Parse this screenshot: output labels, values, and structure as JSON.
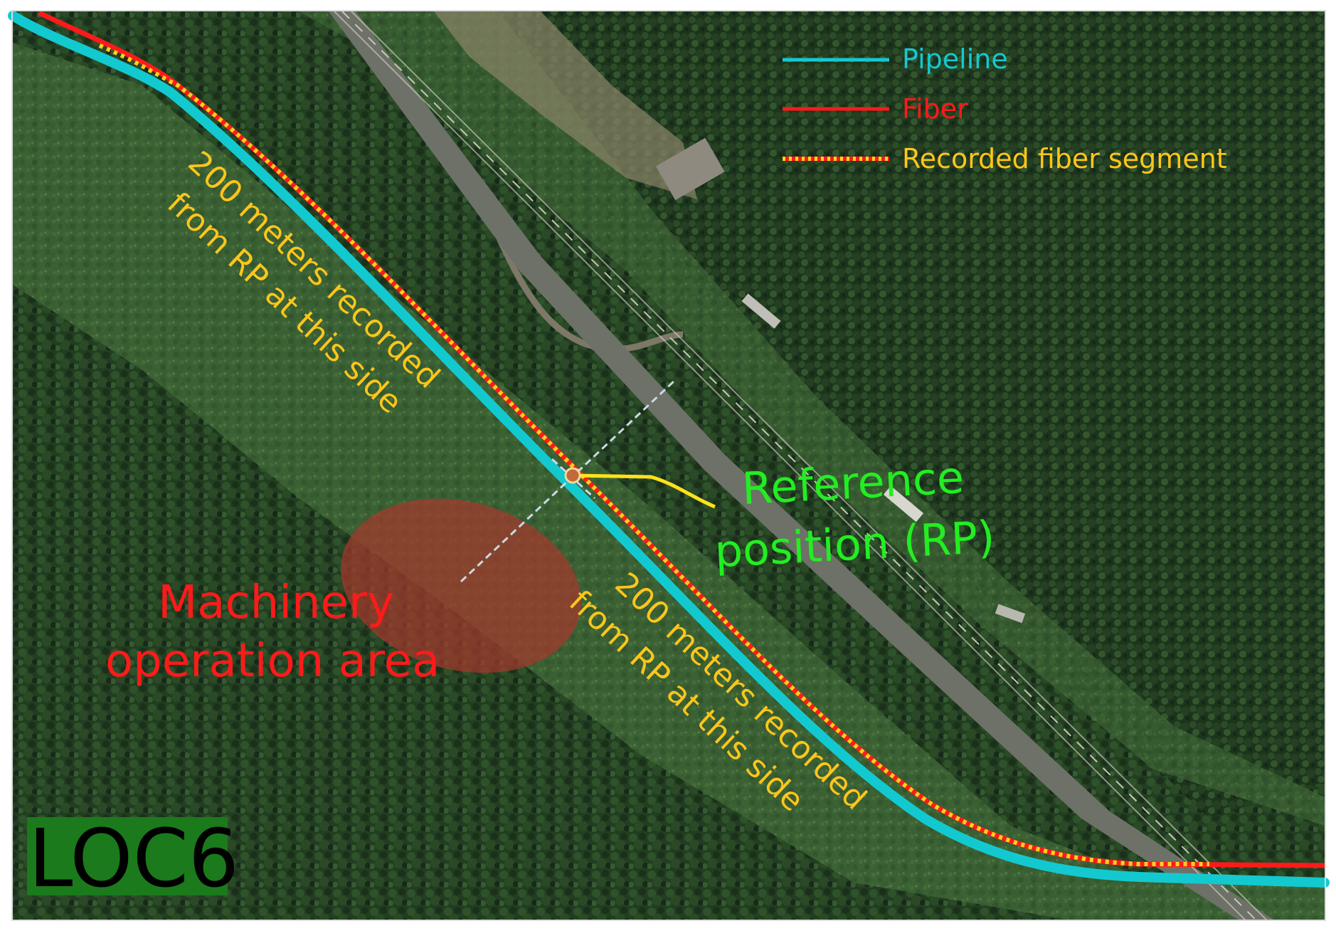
{
  "legend": {
    "items": [
      {
        "label": "Pipeline",
        "color": "#13c9d0",
        "style": "solid"
      },
      {
        "label": "Fiber",
        "color": "#ff1a1a",
        "style": "solid"
      },
      {
        "label": "Recorded fiber segment",
        "color": "#ffd21a",
        "style": "dotted"
      }
    ]
  },
  "annotations": {
    "recorded_upper": {
      "line1": "200 meters recorded",
      "line2": "from RP at this side",
      "color": "#ffc61a"
    },
    "recorded_lower": {
      "line1": "200 meters recorded",
      "line2": "from RP at this side",
      "color": "#ffc61a"
    },
    "reference": {
      "line1": "Reference",
      "line2": "position (RP)",
      "color": "#22ee22"
    },
    "machinery": {
      "line1": "Machinery",
      "line2": "operation area",
      "color": "#ff1a1a"
    }
  },
  "location_badge": {
    "label": "LOC6",
    "background": "#1b7a1b",
    "text_color": "#000000"
  },
  "colors": {
    "forest_dark": "#1f3a1f",
    "forest_mid": "#2c4d29",
    "field": "#3f6a36",
    "road": "#6f726a",
    "machinery_area": "#a3392c"
  }
}
